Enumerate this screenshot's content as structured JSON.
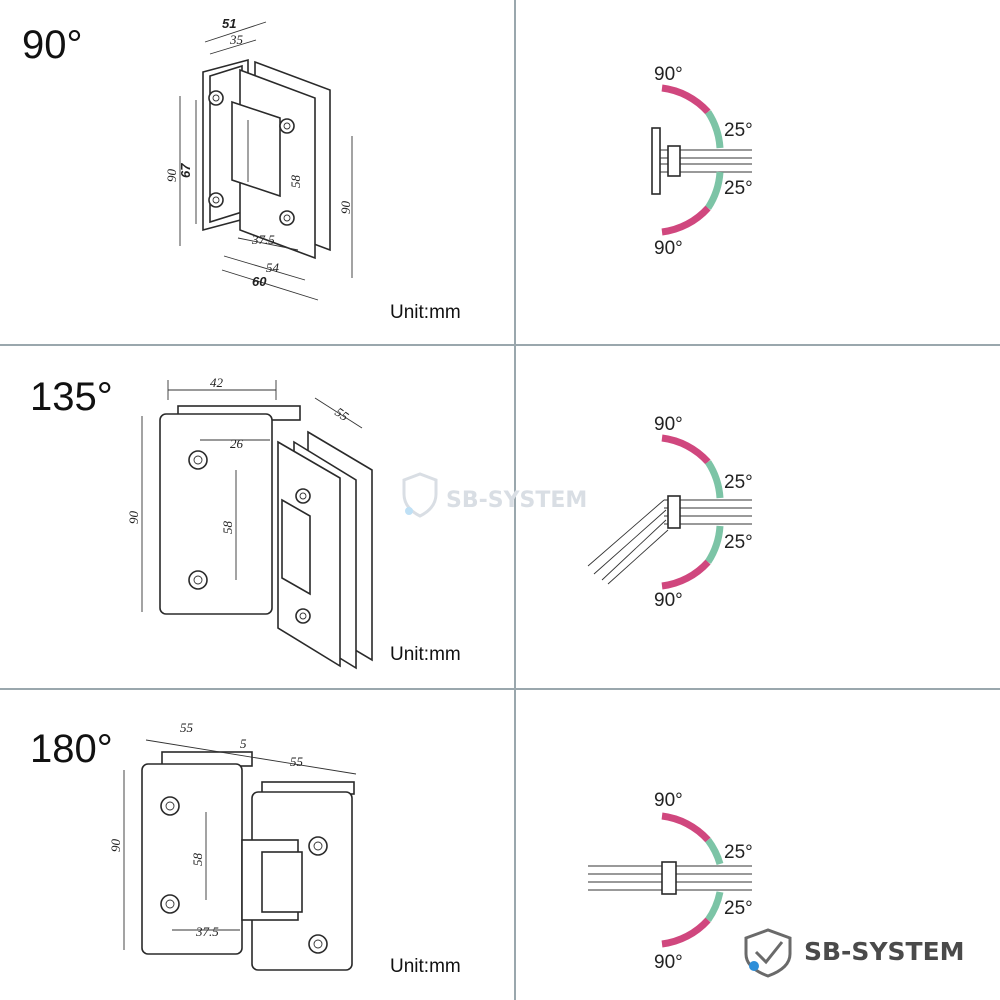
{
  "rows": [
    {
      "angle_label": "90°",
      "unit_label": "Unit:mm",
      "dimensions": {
        "d1": "51",
        "d2": "35",
        "d3": "67",
        "d4": "90",
        "d5": "58",
        "d6": "90",
        "d7": "37.5",
        "d8": "54",
        "d9": "60"
      },
      "range": {
        "top": "90°",
        "mid_top": "25°",
        "mid_bottom": "25°",
        "bottom": "90°"
      }
    },
    {
      "angle_label": "135°",
      "unit_label": "Unit:mm",
      "dimensions": {
        "d1": "42",
        "d2": "55",
        "d3": "26",
        "d4": "90",
        "d5": "58"
      },
      "range": {
        "top": "90°",
        "mid_top": "25°",
        "mid_bottom": "25°",
        "bottom": "90°"
      }
    },
    {
      "angle_label": "180°",
      "unit_label": "Unit:mm",
      "dimensions": {
        "d1": "55",
        "d2": "5",
        "d3": "55",
        "d4": "90",
        "d5": "58",
        "d6": "37.5"
      },
      "range": {
        "top": "90°",
        "mid_top": "25°",
        "mid_bottom": "25°",
        "bottom": "90°"
      }
    }
  ],
  "watermark": "SB-SYSTEM",
  "brand": {
    "name": "SB-SYSTEM"
  },
  "colors": {
    "grid": "#9aa7ad",
    "pink_arc": "#d0477e",
    "green_arc": "#7cc4a6",
    "brand_blue": "#2f8fd9"
  }
}
